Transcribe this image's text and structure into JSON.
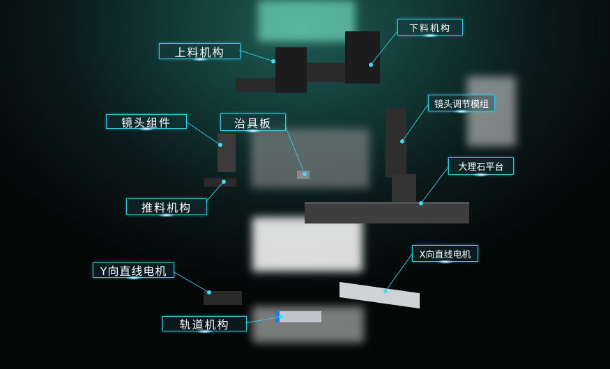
{
  "labels": {
    "loading": "上料机构",
    "unloading": "下料机构",
    "lens_assembly": "镜头组件",
    "fixture_plate": "治具板",
    "lens_adjust": "镜头调节模组",
    "marble_platform": "大理石平台",
    "pusher": "推料机构",
    "y_motor": "Y向直线电机",
    "x_motor": "X向直线电机",
    "rail": "轨道机构"
  },
  "colors": {
    "accent": "#36c9dc",
    "background": "#0b1a1a"
  }
}
